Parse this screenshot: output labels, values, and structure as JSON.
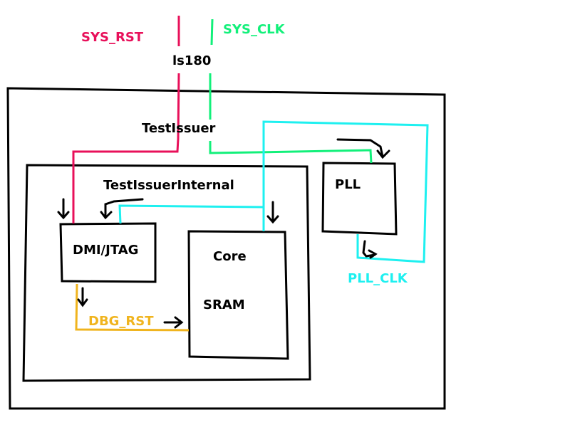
{
  "colors": {
    "reset": "#e8105a",
    "sys_clk": "#12f07a",
    "pll_clk": "#1ef0f0",
    "dbg_rst": "#f0b41e",
    "box": "#000000",
    "text": "#000000"
  },
  "signals": {
    "sys_rst": "SYS_RST",
    "sys_clk": "SYS_CLK",
    "pll_clk": "PLL_CLK",
    "dbg_rst": "DBG_RST"
  },
  "blocks": {
    "ls180": "ls180",
    "test_issuer": "TestIssuer",
    "test_issuer_internal": "TestIssuerInternal",
    "dmi_jtag": "DMI/JTAG",
    "core": "Core",
    "sram": "SRAM",
    "pll": "PLL"
  }
}
